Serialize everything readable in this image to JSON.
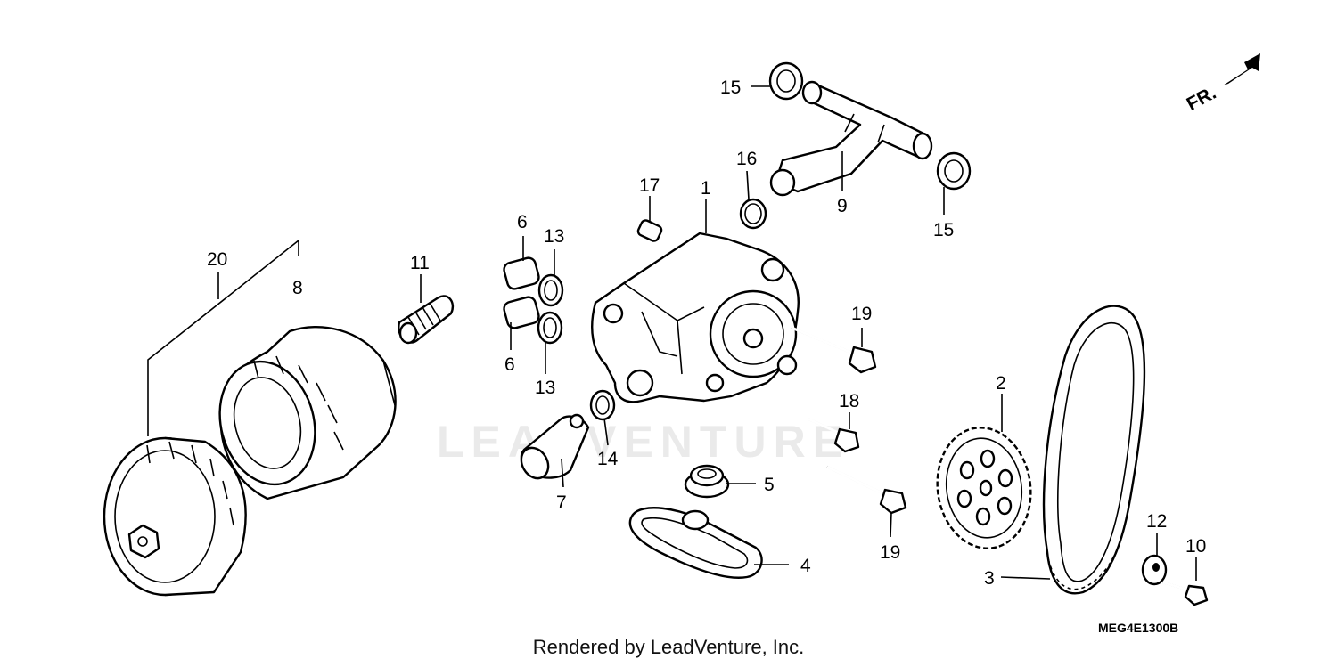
{
  "diagram": {
    "direction_marker": "FR.",
    "diagram_code": "MEG4E1300B",
    "watermark": "LEADVENTURE",
    "credit": "Rendered by LeadVenture, Inc.",
    "callouts": {
      "p1": "1",
      "p2": "2",
      "p3": "3",
      "p4": "4",
      "p5": "5",
      "p6a": "6",
      "p6b": "6",
      "p7": "7",
      "p8": "8",
      "p9": "9",
      "p10": "10",
      "p11": "11",
      "p12": "12",
      "p13a": "13",
      "p13b": "13",
      "p14": "14",
      "p15a": "15",
      "p15b": "15",
      "p16": "16",
      "p17": "17",
      "p18": "18",
      "p19a": "19",
      "p19b": "19",
      "p20": "20"
    }
  }
}
